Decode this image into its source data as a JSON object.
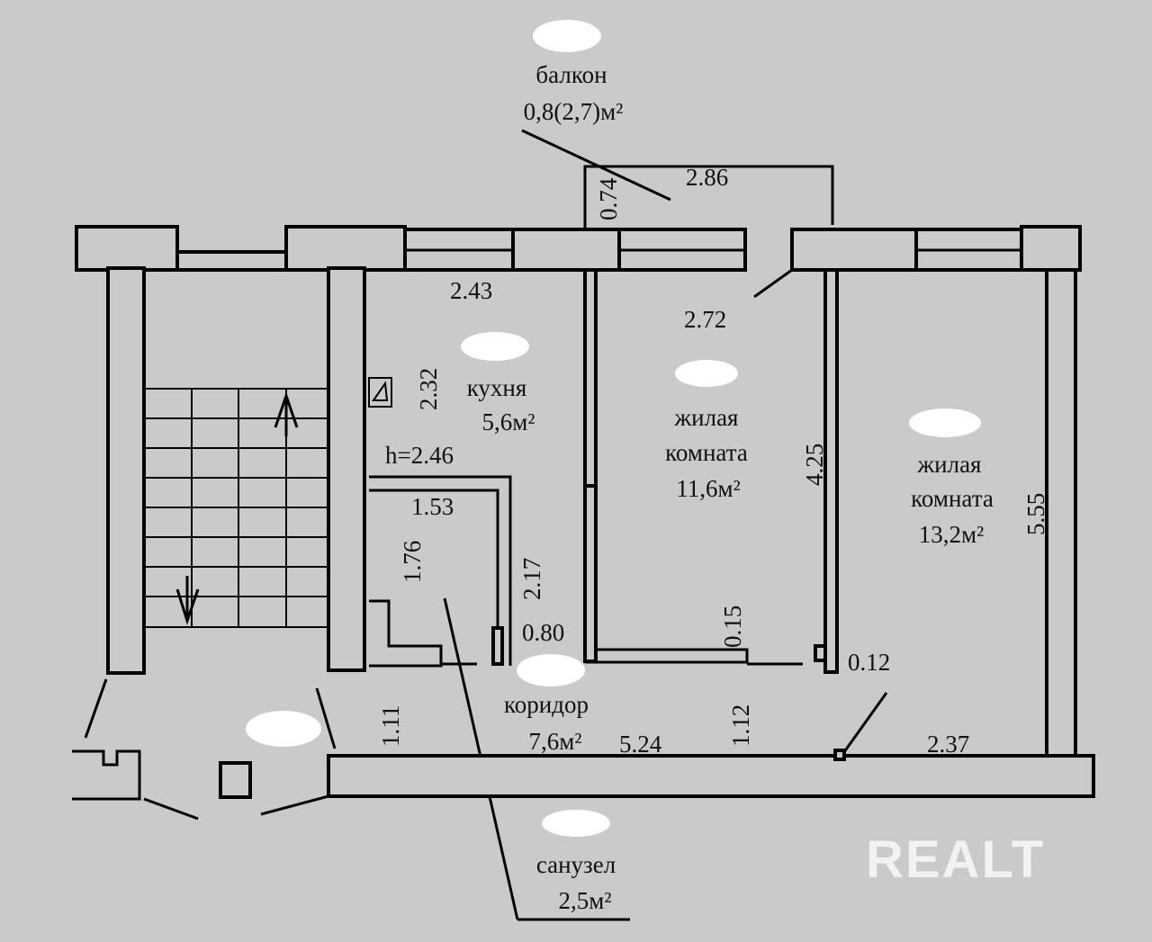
{
  "rooms": {
    "balcony": {
      "name": "балкон",
      "area": "0,8(2,7)м²"
    },
    "kitchen": {
      "name": "кухня",
      "area": "5,6м²",
      "height": "h=2.46"
    },
    "room1": {
      "name1": "жилая",
      "name2": "комната",
      "area": "11,6м²"
    },
    "room2": {
      "name1": "жилая",
      "name2": "комната",
      "area": "13,2м²"
    },
    "corridor": {
      "name": "коридор",
      "area": "7,6м²"
    },
    "bathroom": {
      "name": "санузел",
      "area": "2,5м²"
    }
  },
  "dimensions": {
    "d074": "0.74",
    "d286": "2.86",
    "d243": "2.43",
    "d272": "2.72",
    "d232": "2.32",
    "d153": "1.53",
    "d176": "1.76",
    "d217": "2.17",
    "d080": "0.80",
    "d015": "0.15",
    "d425": "4.25",
    "d555": "5.55",
    "d012": "0.12",
    "d111": "1.11",
    "d112": "1.12",
    "d524": "5.24",
    "d237": "2.37"
  },
  "watermark": "REALT"
}
